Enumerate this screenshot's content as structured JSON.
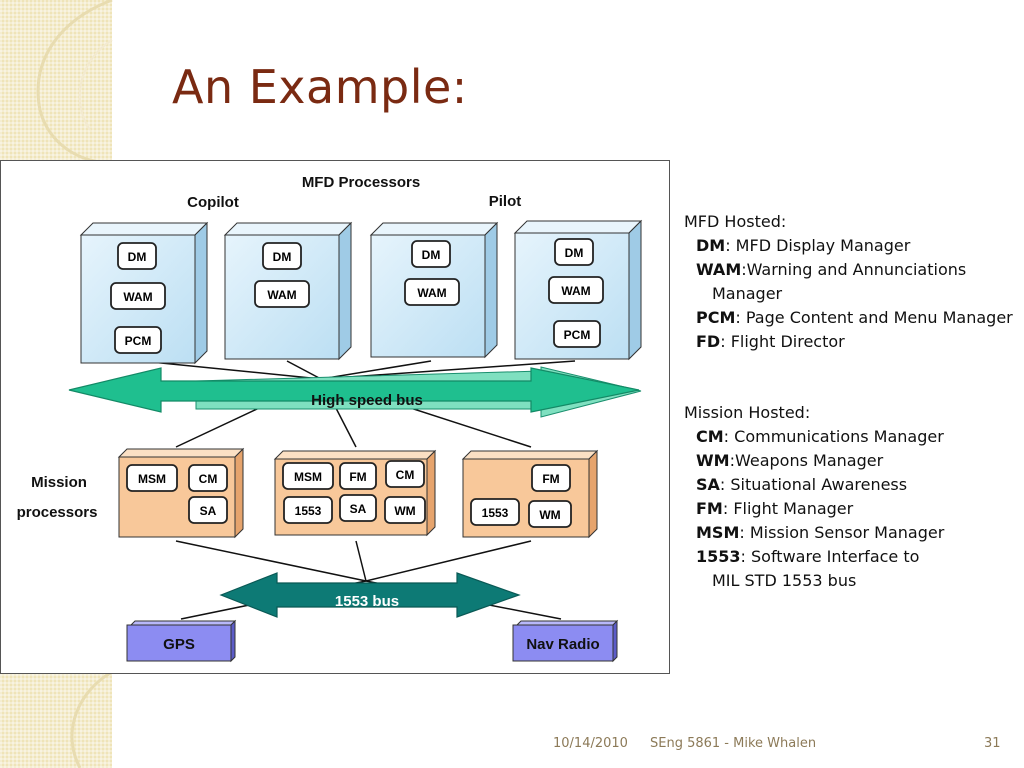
{
  "slide": {
    "title": "An Example:",
    "footer": {
      "date": "10/14/2010",
      "author": "SEng 5861 - Mike Whalen",
      "page": "31"
    }
  },
  "colors": {
    "title": "#7a2a12",
    "mfd_box": "#cfe8f7",
    "mission_box": "#f8c89a",
    "high_speed_bus": "#1fbf8f",
    "bus_1553": "#0d7a75",
    "device": "#8c8cf2",
    "footer": "#8c7a58"
  },
  "diagram": {
    "mfd_processors_label": "MFD Processors",
    "copilot_label": "Copilot",
    "pilot_label": "Pilot",
    "mfd_units": [
      {
        "items": [
          "DM",
          "WAM",
          "PCM"
        ]
      },
      {
        "items": [
          "DM",
          "WAM"
        ]
      },
      {
        "items": [
          "DM",
          "WAM"
        ]
      },
      {
        "items": [
          "DM",
          "WAM",
          "PCM"
        ]
      }
    ],
    "high_speed_bus_label": "High speed bus",
    "mission_label_line1": "Mission",
    "mission_label_line2": "processors",
    "mission_units": [
      {
        "items": [
          "MSM",
          "CM",
          "SA"
        ]
      },
      {
        "items": [
          "MSM",
          "FM",
          "CM",
          "1553",
          "SA",
          "WM"
        ]
      },
      {
        "items": [
          "FM",
          "1553",
          "WM"
        ]
      }
    ],
    "bus_1553_label": "1553 bus",
    "devices": [
      "GPS",
      "Nav Radio"
    ]
  },
  "legend": {
    "mfd_heading": "MFD Hosted:",
    "mfd_items": [
      {
        "abbr": "DM",
        "desc": ": MFD Display Manager"
      },
      {
        "abbr": "WAM",
        "desc": ":Warning and Annunciations",
        "cont": "Manager"
      },
      {
        "abbr": "PCM",
        "desc": ": Page Content and Menu Manager"
      },
      {
        "abbr": "FD",
        "desc": ": Flight Director"
      }
    ],
    "mission_heading": "Mission Hosted:",
    "mission_items": [
      {
        "abbr": "CM",
        "desc": ": Communications Manager"
      },
      {
        "abbr": "WM",
        "desc": ":Weapons Manager"
      },
      {
        "abbr": "SA",
        "desc": ": Situational Awareness"
      },
      {
        "abbr": "FM",
        "desc": ": Flight Manager"
      },
      {
        "abbr": "MSM",
        "desc": ": Mission Sensor Manager"
      },
      {
        "abbr": "1553",
        "desc": ": Software Interface to",
        "cont": "MIL STD 1553 bus"
      }
    ]
  }
}
